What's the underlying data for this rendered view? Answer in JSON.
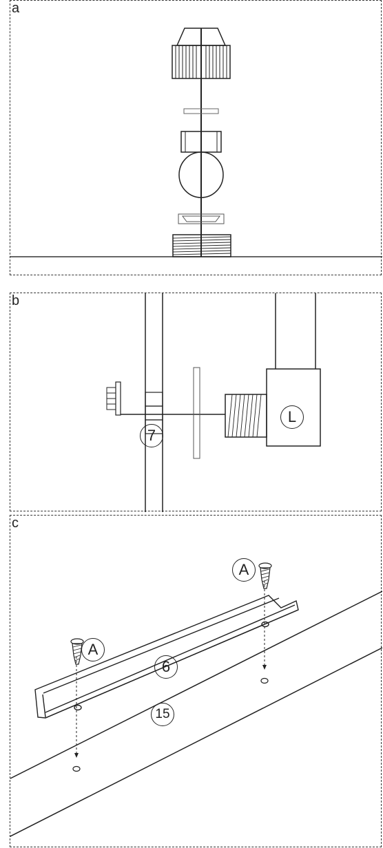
{
  "panels": [
    {
      "label": "a"
    },
    {
      "label": "b",
      "callouts": [
        "7",
        "L"
      ]
    },
    {
      "label": "c",
      "callouts": [
        "A",
        "A",
        "6",
        "15"
      ]
    }
  ],
  "icons": [
    "compression-nut-icon",
    "washer-icon",
    "ball-valve-icon",
    "threaded-fitting-icon",
    "wall-bracket-icon",
    "screw-icon",
    "rail-icon"
  ]
}
